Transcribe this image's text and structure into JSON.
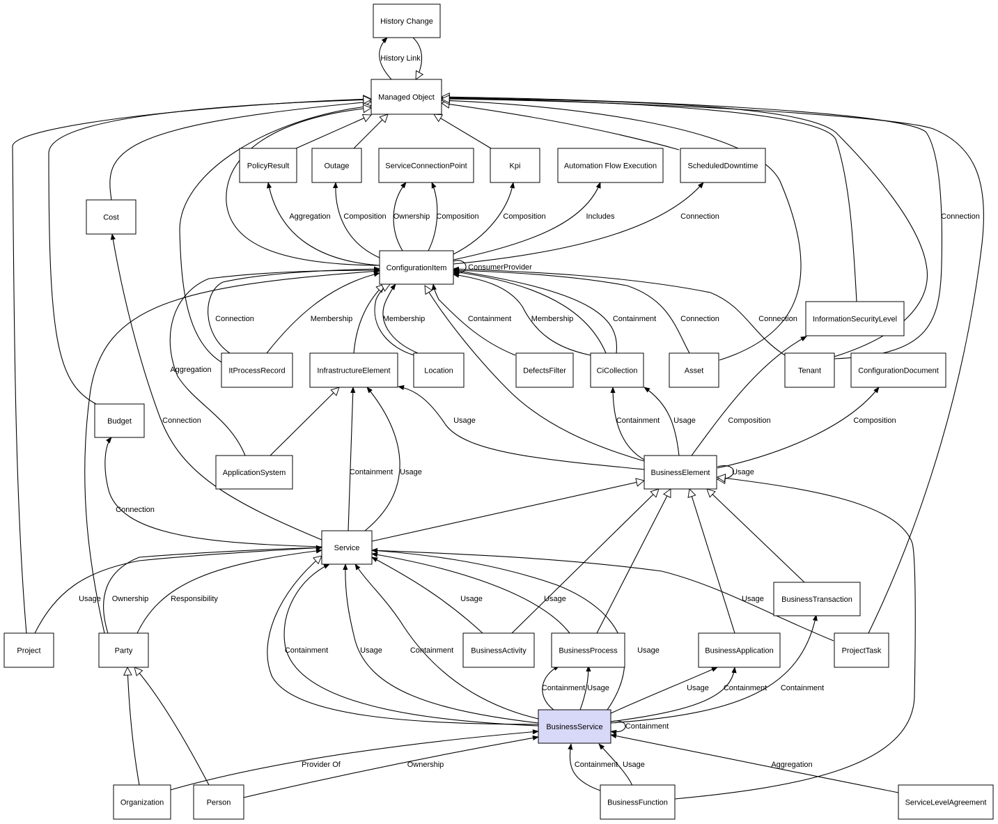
{
  "nodes": [
    {
      "id": "history_change",
      "label": "History Change"
    },
    {
      "id": "managed_object",
      "label": "Managed Object"
    },
    {
      "id": "policy_result",
      "label": "PolicyResult"
    },
    {
      "id": "outage",
      "label": "Outage"
    },
    {
      "id": "service_connection_point",
      "label": "ServiceConnectionPoint"
    },
    {
      "id": "kpi",
      "label": "Kpi"
    },
    {
      "id": "automation_flow_execution",
      "label": "Automation Flow Execution"
    },
    {
      "id": "scheduled_downtime",
      "label": "ScheduledDowntime"
    },
    {
      "id": "cost",
      "label": "Cost"
    },
    {
      "id": "configuration_item",
      "label": "ConfigurationItem"
    },
    {
      "id": "information_security_level",
      "label": "InformationSecurityLevel"
    },
    {
      "id": "it_process_record",
      "label": "ItProcessRecord"
    },
    {
      "id": "infrastructure_element",
      "label": "InfrastructureElement"
    },
    {
      "id": "location",
      "label": "Location"
    },
    {
      "id": "defects_filter",
      "label": "DefectsFilter"
    },
    {
      "id": "ci_collection",
      "label": "CiCollection"
    },
    {
      "id": "asset",
      "label": "Asset"
    },
    {
      "id": "tenant",
      "label": "Tenant"
    },
    {
      "id": "configuration_document",
      "label": "ConfigurationDocument"
    },
    {
      "id": "budget",
      "label": "Budget"
    },
    {
      "id": "application_system",
      "label": "ApplicationSystem"
    },
    {
      "id": "business_element",
      "label": "BusinessElement"
    },
    {
      "id": "service",
      "label": "Service"
    },
    {
      "id": "business_transaction",
      "label": "BusinessTransaction"
    },
    {
      "id": "project",
      "label": "Project"
    },
    {
      "id": "party",
      "label": "Party"
    },
    {
      "id": "business_activity",
      "label": "BusinessActivity"
    },
    {
      "id": "business_process",
      "label": "BusinessProcess"
    },
    {
      "id": "business_application",
      "label": "BusinessApplication"
    },
    {
      "id": "project_task",
      "label": "ProjectTask"
    },
    {
      "id": "business_service",
      "label": "BusinessService"
    },
    {
      "id": "organization",
      "label": "Organization"
    },
    {
      "id": "person",
      "label": "Person"
    },
    {
      "id": "business_function",
      "label": "BusinessFunction"
    },
    {
      "id": "service_level_agreement",
      "label": "ServiceLevelAgreement"
    }
  ],
  "edge_labels": [
    "History Link",
    "Aggregation",
    "Composition",
    "Ownership",
    "Composition",
    "Composition",
    "Includes",
    "Connection",
    "Connection",
    "ConsumerProvider",
    "Connection",
    "Membership",
    "Membership",
    "Containment",
    "Membership",
    "Containment",
    "Connection",
    "Connection",
    "Aggregation",
    "Connection",
    "Usage",
    "Containment",
    "Usage",
    "Composition",
    "Composition",
    "Usage",
    "Containment",
    "Usage",
    "Connection",
    "Usage",
    "Ownership",
    "Responsibility",
    "Usage",
    "Usage",
    "Usage",
    "Containment",
    "Usage",
    "Containment",
    "Usage",
    "Containment",
    "Usage",
    "Usage",
    "Containment",
    "Containment",
    "Containment",
    "Provider Of",
    "Ownership",
    "Containment",
    "Usage",
    "Aggregation"
  ]
}
